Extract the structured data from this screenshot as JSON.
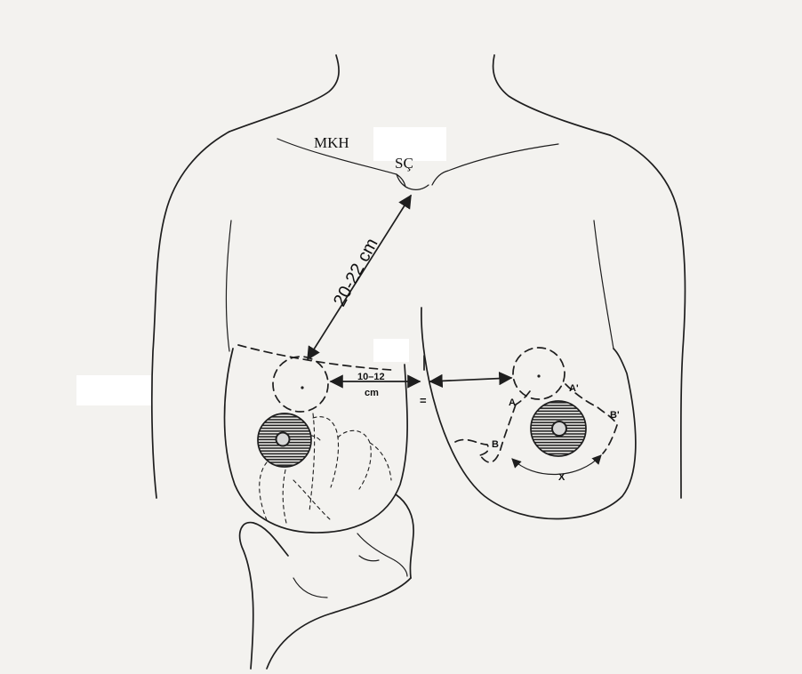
{
  "labels": {
    "sternal_notch_line": "MKH",
    "sternal_notch": "SÇ",
    "notch_to_nipple": "20-22 cm",
    "between_nipples_value": "10–12",
    "between_nipples_unit": "cm",
    "equal_sign": "=",
    "point_a": "A",
    "point_a_prime": "A'",
    "point_b": "B",
    "point_b_prime": "B'",
    "segment_x": "X"
  },
  "colors": {
    "background": "#f3f2ef",
    "ink": "#1e1e1e"
  }
}
